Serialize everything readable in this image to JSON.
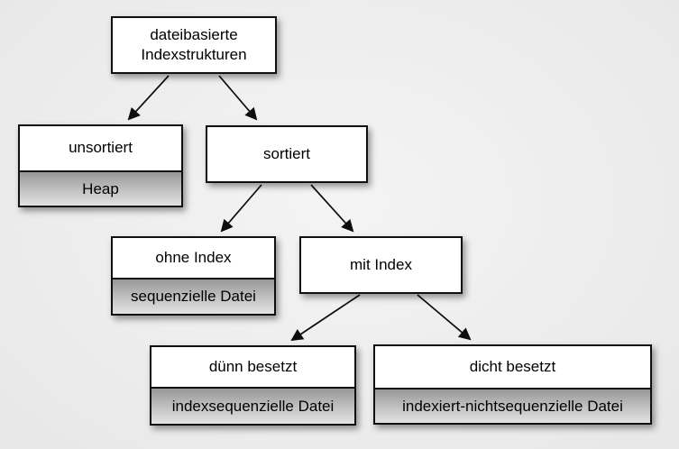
{
  "diagram": {
    "title": "dateibasierte Indexstrukturen",
    "nodes": [
      {
        "id": "root",
        "label": "dateibasierte Indexstrukturen",
        "sublabel": ""
      },
      {
        "id": "unsortiert",
        "label": "unsortiert",
        "sublabel": "Heap"
      },
      {
        "id": "sortiert",
        "label": "sortiert",
        "sublabel": ""
      },
      {
        "id": "ohne-index",
        "label": "ohne Index",
        "sublabel": "sequenzielle Datei"
      },
      {
        "id": "mit-index",
        "label": "mit Index",
        "sublabel": ""
      },
      {
        "id": "duenn-besetzt",
        "label": "dünn besetzt",
        "sublabel": "indexsequenzielle Datei"
      },
      {
        "id": "dicht-besetzt",
        "label": "dicht besetzt",
        "sublabel": "indexiert-nichtsequenzielle Datei"
      }
    ],
    "edges": [
      {
        "from": "root",
        "to": "unsortiert"
      },
      {
        "from": "root",
        "to": "sortiert"
      },
      {
        "from": "sortiert",
        "to": "ohne-index"
      },
      {
        "from": "sortiert",
        "to": "mit-index"
      },
      {
        "from": "mit-index",
        "to": "duenn-besetzt"
      },
      {
        "from": "mit-index",
        "to": "dicht-besetzt"
      }
    ],
    "colors": {
      "background": "#ececec",
      "box_bg": "#ffffff",
      "box_border": "#101010",
      "sub_gradient_top": "#979797",
      "sub_gradient_bottom": "#e2e2e2",
      "arrow": "#0d0d0d"
    }
  }
}
